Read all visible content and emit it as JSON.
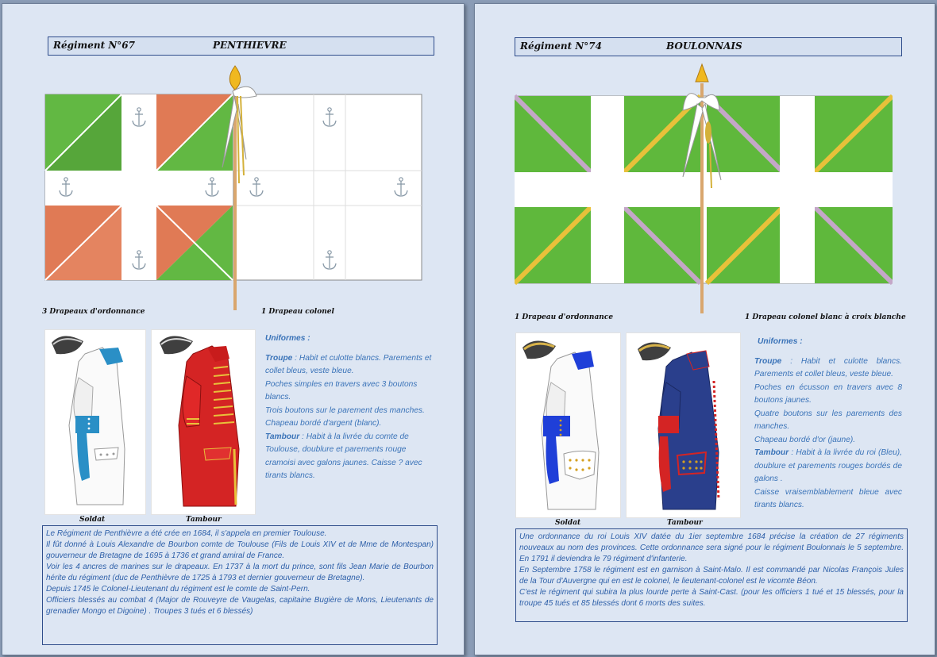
{
  "colors": {
    "background": "#dde6f3",
    "text_blue": "#3a73b8",
    "border_blue": "#2f4d8b",
    "flag_green": "#5fb83c",
    "flag_orange": "#e07a55",
    "flag_white": "#ffffff",
    "lilac": "#c4a7c8",
    "gold": "#e8c13a"
  },
  "left_page": {
    "title": {
      "number": "Régiment N°67",
      "name": "PENTHIEVRE"
    },
    "flag_captions": {
      "ordonnance": "3 Drapeaux d'ordonnance",
      "colonel": "1 Drapeau colonel"
    },
    "figure_captions": {
      "soldat": "Soldat",
      "tambour": "Tambour"
    },
    "uniformes": {
      "heading": "Uniformes :",
      "troupe_label": "Troupe",
      "troupe_text": " : Habit et culotte blancs. Parements et collet bleus, veste bleue.",
      "line2": "Poches simples en travers avec 3 boutons blancs.",
      "line3": "Trois boutons sur le parement des manches.",
      "line4": "Chapeau bordé d'argent (blanc).",
      "tambour_label": "Tambour",
      "tambour_text": " : Habit à la livrée du  comte de Toulouse, doublure et parements rouge cramoisi avec galons jaunes. Caisse ? avec tirants blancs."
    },
    "info": [
      "Le Régiment de Penthièvre a été crée en 1684, il s'appela en premier Toulouse.",
      "Il fût donné à Louis Alexandre de Bourbon comte de Toulouse (Fils de Louis XIV et de Mme de Montespan) gouverneur de Bretagne de 1695 à 1736 et grand amiral de France.",
      "Voir les 4 ancres de marines sur le drapeaux. En 1737 à la mort du prince, sont fils Jean Marie de Bourbon hérite du régiment (duc de Penthièvre de 1725 à 1793 et dernier gouverneur de Bretagne).",
      "Depuis 1745 le Colonel-Lieutenant du régiment est le comte de Saint-Pern.",
      "Officiers blessés   au combat 4 (Major de Rouveyre de Vaugelas, capitaine Bugière de Mons, Lieutenants de grenadier Mongo et Digoine) . Troupes 3 tués et 6 blessés)"
    ]
  },
  "right_page": {
    "title": {
      "number": "Régiment N°74",
      "name": "BOULONNAIS"
    },
    "flag_captions": {
      "ordonnance": "1 Drapeau d'ordonnance",
      "colonel": "1 Drapeau colonel blanc à croix blanche"
    },
    "figure_captions": {
      "soldat": "Soldat",
      "tambour": "Tambour"
    },
    "uniformes": {
      "heading": "Uniformes :",
      "troupe_label": "Troupe",
      "troupe_text": " : Habit et culotte blancs. Parements et collet bleus, veste bleue.",
      "line2": "Poches en écusson en travers avec 8 boutons jaunes.",
      "line3": "Quatre boutons sur les parements des manches.",
      "line4": "Chapeau bordé d'or (jaune).",
      "tambour_label": "Tambour",
      "tambour_text": " : Habit à la livrée du roi (Bleu), doublure et parements rouges bordés de galons .",
      "line6": "Caisse vraisemblablement bleue avec tirants blancs."
    },
    "info": [
      "Une ordonnance du roi Louis XIV datée du 1ier septembre  1684 précise la création de 27 régiments nouveaux au nom des provinces. Cette ordonnance sera signé pour le régiment Boulonnais le 5 septembre. En 1791 il deviendra le 79 régiment d'infanterie.",
      "En Septembre 1758 le régiment est en garnison à Saint-Malo. Il est commandé par Nicolas François Jules de la Tour d'Auvergne qui en est le colonel, le lieutenant-colonel est le vicomte Béon.",
      "C'est le régiment qui subira la plus lourde perte à Saint-Cast. (pour les officiers 1 tué et 15 blessés, pour la troupe 45 tués et 85 blessés dont 6 morts des suites."
    ]
  }
}
